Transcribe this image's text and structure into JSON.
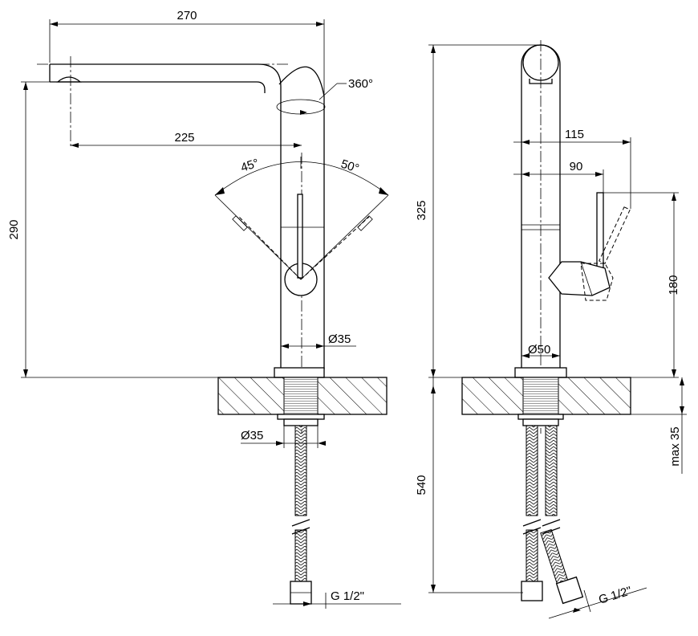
{
  "dimensions": {
    "spout_reach_total": "270",
    "spout_reach_center": "225",
    "spout_rotation": "360°",
    "lever_angle_left": "45°",
    "lever_angle_right": "50°",
    "spout_height": "290",
    "body_diameter_front": "Ø35",
    "shank_diameter": "Ø35",
    "connection_front": "G 1/2\"",
    "total_height": "325",
    "lever_offset_max": "115",
    "lever_offset": "90",
    "lever_height": "180",
    "body_diameter_side": "Ø50",
    "max_deck_thickness": "max 35",
    "hose_length": "540",
    "connection_side": "G 1/2\""
  }
}
